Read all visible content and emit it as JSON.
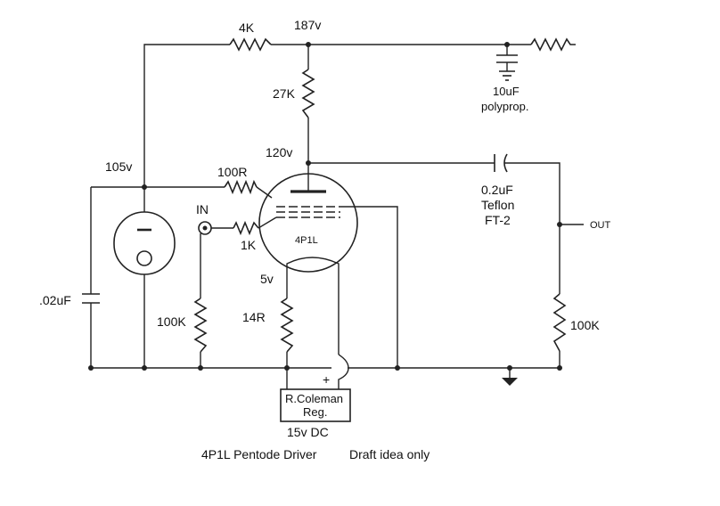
{
  "voltages": {
    "b_plus": "187v",
    "plate": "120v",
    "reference": "105v",
    "filament": "5v"
  },
  "components": {
    "feed_resistor": "4K",
    "plate_resistor": "27K",
    "screen_resistor": "100R",
    "grid_stopper": "1K",
    "grid_leak": "100K",
    "load_resistor": "100K",
    "filament_resistor": "14R",
    "bypass_cap": ".02uF",
    "supply_cap_value": "10uF",
    "supply_cap_type": "polyprop.",
    "coupling_cap_value": "0.2uF",
    "coupling_cap_type": "Teflon",
    "coupling_cap_model": "FT-2",
    "tube": "4P1L",
    "regulator_line1": "R.Coleman",
    "regulator_line2": "Reg.",
    "regulator_plus": "+"
  },
  "ports": {
    "input": "IN",
    "output": "OUT"
  },
  "supply": "15v DC",
  "caption": {
    "title": "4P1L Pentode Driver",
    "note": "Draft idea only"
  }
}
